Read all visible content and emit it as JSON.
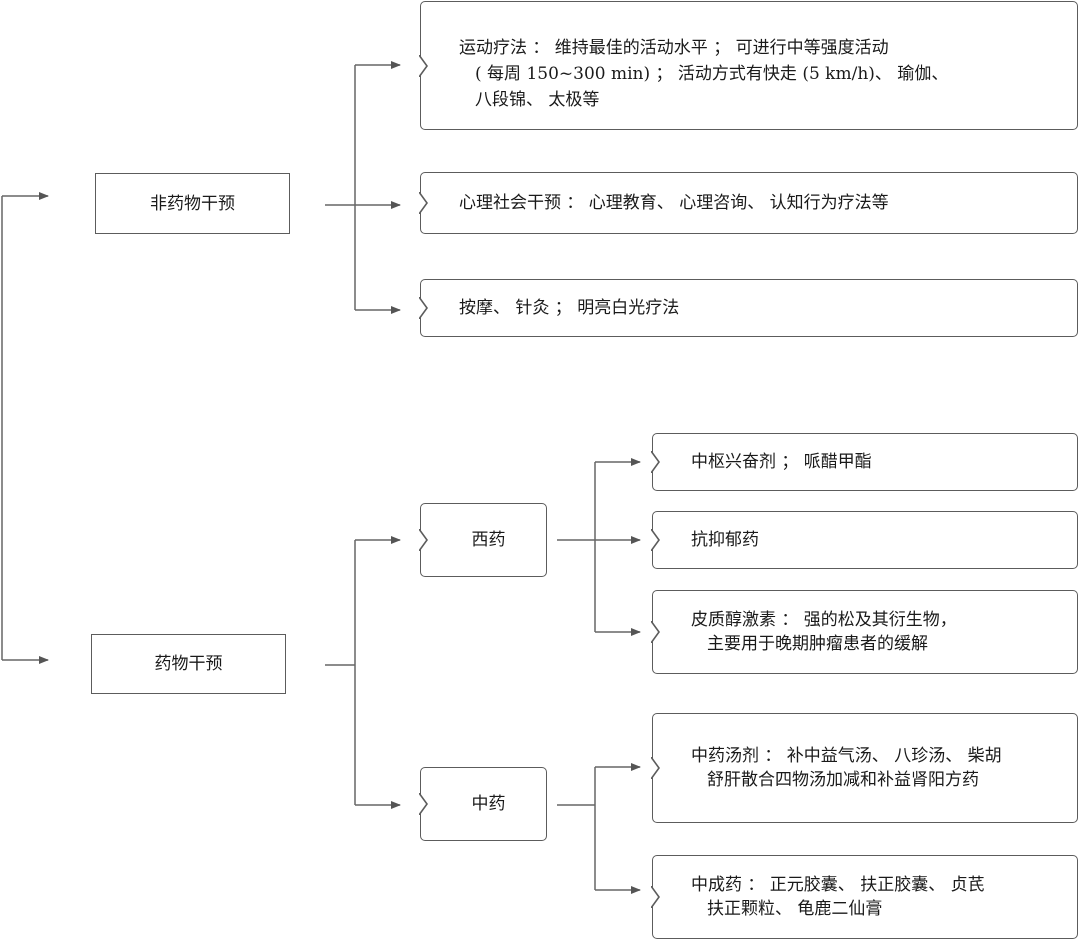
{
  "nonDrug": {
    "label": "非药物干预",
    "exercise": {
      "lines": [
        "运动疗法 ： 维持最佳的活动水平 ； 可进行中等强度活动",
        "( 每周 150~300 min) ； 活动方式有快走 (5 km/h)、 瑜伽、",
        "八段锦、 太极等"
      ]
    },
    "psycho": "心理社会干预 ： 心理教育、 心理咨询、 认知行为疗法等",
    "massage": "按摩、 针灸 ； 明亮白光疗法"
  },
  "drug": {
    "label": "药物干预",
    "western": {
      "label": "西药",
      "stimulant": "中枢兴奋剂 ； 哌醋甲酯",
      "antidepressant": "抗抑郁药",
      "corticosteroid": {
        "line1": "皮质醇激素 ： 强的松及其衍生物，",
        "line2": "主要用于晚期肿瘤患者的缓解"
      }
    },
    "chinese": {
      "label": "中药",
      "decoction": {
        "line1": "中药汤剂 ： 补中益气汤、 八珍汤、 柴胡",
        "line2": "舒肝散合四物汤加减和补益肾阳方药"
      },
      "patent": {
        "line1": "中成药 ： 正元胶囊、 扶正胶囊、 贞芪",
        "line2": "扶正颗粒、 龟鹿二仙膏"
      }
    }
  }
}
